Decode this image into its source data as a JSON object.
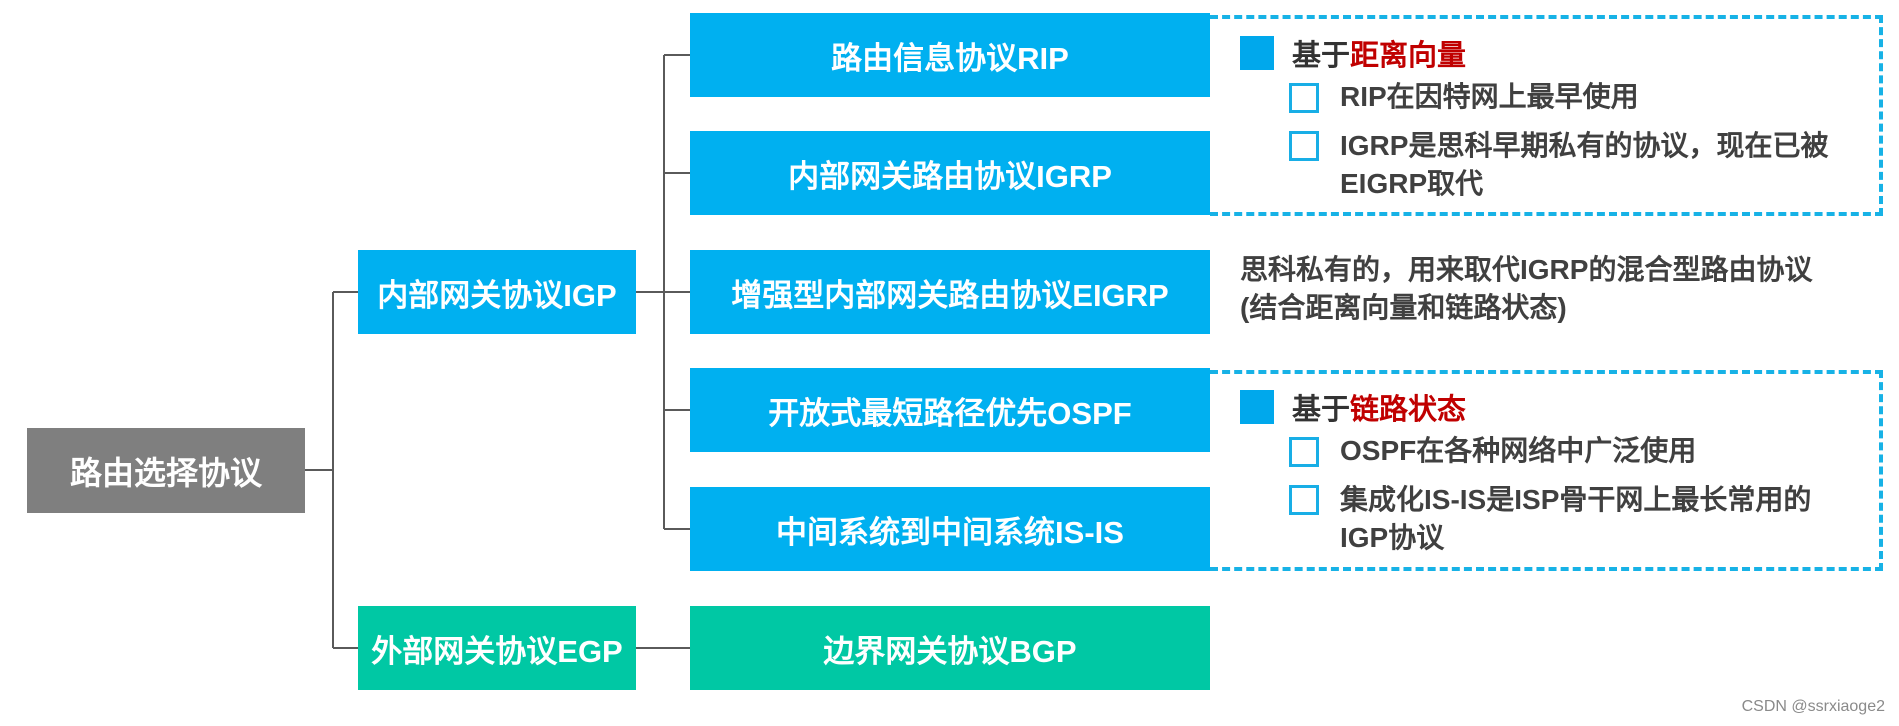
{
  "root": {
    "label": "路由选择协议"
  },
  "level1": [
    {
      "label": "内部网关协议IGP"
    },
    {
      "label": "外部网关协议EGP"
    }
  ],
  "protocols": [
    {
      "label": "路由信息协议RIP"
    },
    {
      "label": "内部网关路由协议IGRP"
    },
    {
      "label": "增强型内部网关路由协议EIGRP"
    },
    {
      "label": "开放式最短路径优先OSPF"
    },
    {
      "label": "中间系统到中间系统IS-IS"
    },
    {
      "label": "边界网关协议BGP"
    }
  ],
  "distance_vector_group": {
    "prefix": "基于",
    "highlight": "距离向量",
    "bullets": [
      "RIP在因特网上最早使用",
      "IGRP是思科早期私有的协议，现在已被",
      "EIGRP取代"
    ]
  },
  "eigrp_note": {
    "line1": "思科私有的，用来取代IGRP的混合型路由协议",
    "line2": "(结合距离向量和链路状态)"
  },
  "link_state_group": {
    "prefix": "基于",
    "highlight": "链路状态",
    "bullets": [
      "OSPF在各种网络中广泛使用",
      "集成化IS-IS是ISP骨干网上最长常用的",
      "IGP协议"
    ]
  },
  "watermark": "CSDN @ssrxiaoge2",
  "colors": {
    "root": "#7f7f7f",
    "igp_blue": "#00b0f0",
    "egp_teal": "#00c8a4",
    "highlight_red": "#c00000",
    "dashed_border": "#17b2e6"
  }
}
